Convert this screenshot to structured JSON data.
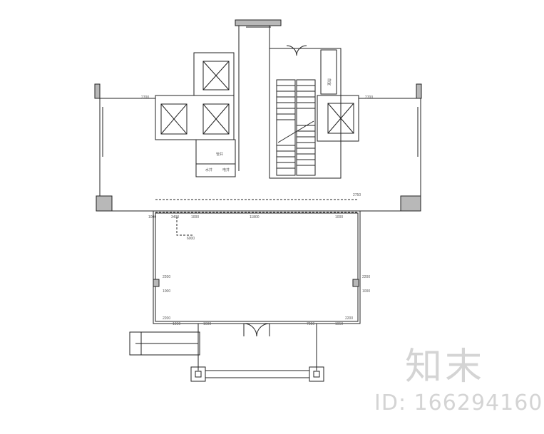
{
  "watermark": {
    "logo_text": "知末",
    "id_text": "ID: 166294160"
  },
  "room_labels": {
    "shaft_label": "管井",
    "pipe_label_a": "水井",
    "pipe_label_b": "电井",
    "side_room_label": "前室"
  },
  "dimensions": [
    "2700",
    "2700",
    "1000",
    "3400",
    "1000",
    "1000",
    "2750",
    "11800",
    "6000",
    "2200",
    "2200",
    "1000",
    "1000",
    "1950",
    "1600",
    "7200",
    "2200",
    "2200",
    "1950"
  ],
  "colors": {
    "wall": "#b8b8b8",
    "line": "#222222",
    "watermark": "#d4d4d4"
  },
  "icons": [
    "elevator-icon",
    "stair-icon",
    "door-swing-icon",
    "column-icon"
  ]
}
